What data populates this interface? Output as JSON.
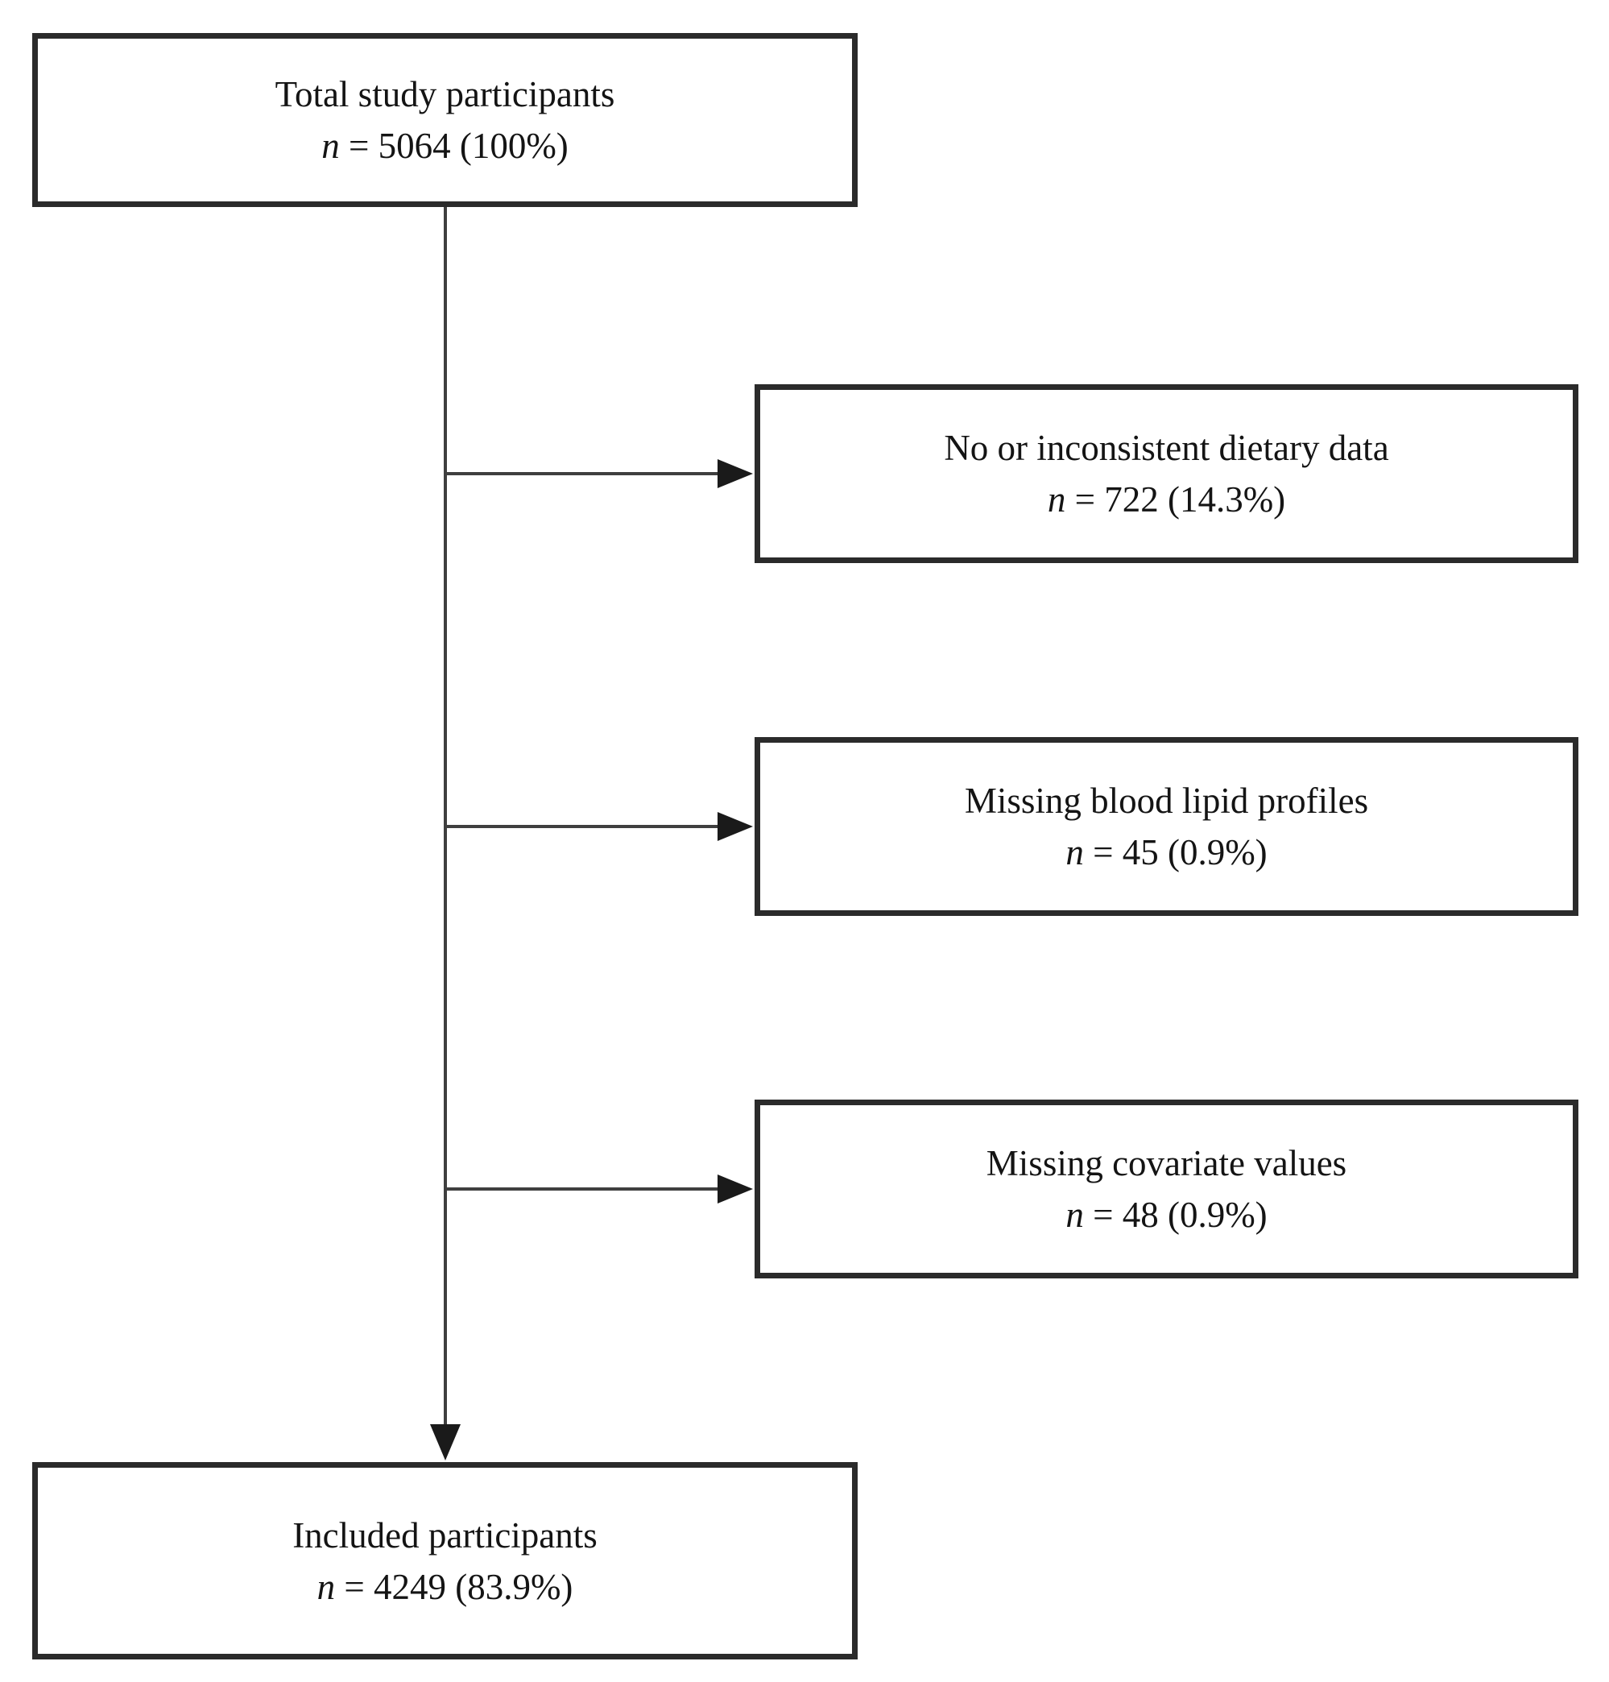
{
  "figure": {
    "type": "participant-flow-diagram",
    "nodes": [
      {
        "id": "total",
        "label": "Total study participants",
        "n_symbol": "n",
        "stat": " = 5064 (100%)"
      },
      {
        "id": "excluded_dietary",
        "label": "No or inconsistent dietary data",
        "n_symbol": "n",
        "stat": " = 722 (14.3%)"
      },
      {
        "id": "excluded_lipid",
        "label": "Missing blood lipid profiles",
        "n_symbol": "n",
        "stat": " = 45 (0.9%)"
      },
      {
        "id": "excluded_covariate",
        "label": "Missing covariate values",
        "n_symbol": "n",
        "stat": " = 48 (0.9%)"
      },
      {
        "id": "included",
        "label": "Included participants",
        "n_symbol": "n",
        "stat": " = 4249 (83.9%)"
      }
    ],
    "colors": {
      "box_border": "#2b2b2b",
      "connector": "#3f3f3f",
      "arrowhead": "#1a1a1a",
      "text": "#141414",
      "background": "#ffffff"
    }
  }
}
